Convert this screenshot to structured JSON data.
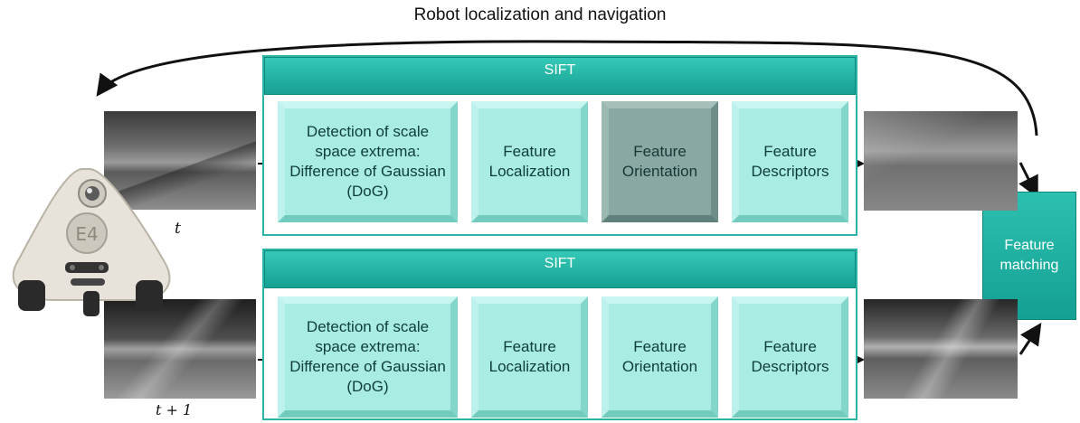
{
  "title": "Robot localization and navigation",
  "sift_top": {
    "header": "SIFT",
    "steps": [
      "Detection of scale space extrema: Difference of Gaussian (DoG)",
      "Feature Localization",
      "Feature Orientation",
      "Feature Descriptors"
    ]
  },
  "sift_bottom": {
    "header": "SIFT",
    "steps": [
      "Detection of scale space extrema: Difference of Gaussian (DoG)",
      "Feature Localization",
      "Feature Orientation",
      "Feature Descriptors"
    ]
  },
  "matching": "Feature matching",
  "labels": {
    "t": "t",
    "t_plus_1": "t + 1"
  },
  "robot_badge": "E4",
  "colors": {
    "teal": "#17a192",
    "step_fill": "#a9ece4",
    "highlight_step_fill": "#8aa8a3"
  }
}
